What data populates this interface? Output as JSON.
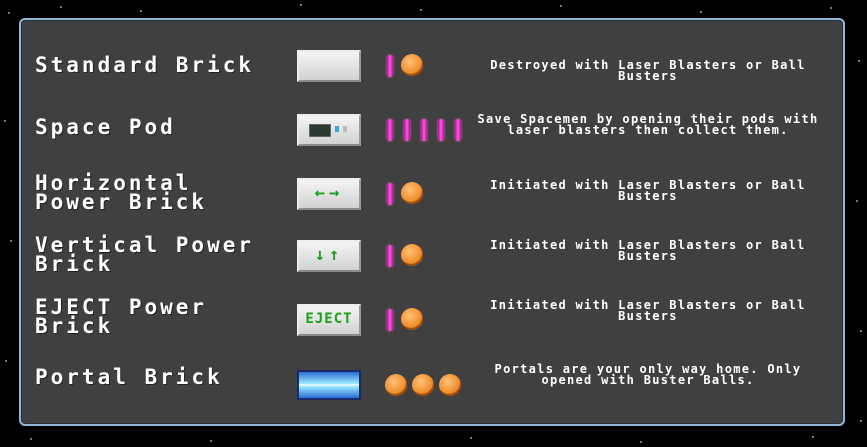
{
  "rows": [
    {
      "name": "Standard Brick",
      "icon": "plain-brick",
      "lasers": 1,
      "balls": 1,
      "desc": "Destroyed with Laser Blasters or Ball Busters"
    },
    {
      "name": "Space Pod",
      "icon": "space-pod-brick",
      "lasers": 5,
      "balls": 0,
      "desc": "Save Spacemen by opening their pods with laser blasters then collect them."
    },
    {
      "name": "Horizontal Power Brick",
      "icon": "left-right-arrows-icon",
      "icon_text": "←→",
      "lasers": 1,
      "balls": 1,
      "desc": "Initiated with Laser Blasters or Ball Busters"
    },
    {
      "name": "Vertical Power Brick",
      "icon": "down-up-arrows-icon",
      "icon_text": "↓↑",
      "lasers": 1,
      "balls": 1,
      "desc": "Initiated with Laser Blasters or Ball Busters"
    },
    {
      "name": "EJECT Power Brick",
      "icon": "eject-label",
      "icon_text": "EJECT",
      "lasers": 1,
      "balls": 1,
      "desc": "Initiated with Laser Blasters or Ball Busters"
    },
    {
      "name": "Portal Brick",
      "icon": "portal-brick",
      "lasers": 0,
      "balls": 3,
      "desc": "Portals are your only way home. Only opened with Buster Balls."
    }
  ],
  "colors": {
    "panel_bg": "#404040",
    "panel_border": "#8fb8d8",
    "laser": "#ff5be0",
    "ball": "#f2902e",
    "icon_green": "#1aa01a"
  }
}
